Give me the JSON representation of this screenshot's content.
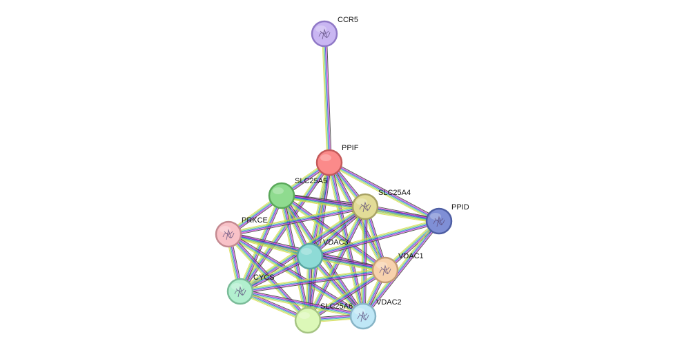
{
  "network": {
    "nodes": [
      {
        "id": "CCR5",
        "label": "CCR5",
        "fill": "#c9b6f2",
        "stroke": "#8f78c6",
        "structure": "protein-structure-icon"
      },
      {
        "id": "PPIF",
        "label": "PPIF",
        "fill": "#fb8a8a",
        "stroke": "#c45a5a",
        "structure": "none"
      },
      {
        "id": "SLC25A5",
        "label": "SLC25A5",
        "fill": "#8fdb8f",
        "stroke": "#5aa85a",
        "structure": "none"
      },
      {
        "id": "SLC25A4",
        "label": "SLC25A4",
        "fill": "#e2dc97",
        "stroke": "#a8a264",
        "structure": "protein-structure-icon"
      },
      {
        "id": "PPID",
        "label": "PPID",
        "fill": "#7f8fd6",
        "stroke": "#4e5ea3",
        "structure": "protein-structure-icon"
      },
      {
        "id": "PRKCE",
        "label": "PRKCE",
        "fill": "#f8c2c8",
        "stroke": "#c48a91",
        "structure": "protein-structure-icon"
      },
      {
        "id": "VDAC3",
        "label": "VDAC3",
        "fill": "#8edbd6",
        "stroke": "#5aa6a1",
        "structure": "none"
      },
      {
        "id": "VDAC1",
        "label": "VDAC1",
        "fill": "#f7d2ad",
        "stroke": "#c49c74",
        "structure": "protein-structure-icon"
      },
      {
        "id": "CYCS",
        "label": "CYCS",
        "fill": "#b2efcf",
        "stroke": "#7abb98",
        "structure": "protein-structure-icon"
      },
      {
        "id": "SLC25A6",
        "label": "SLC25A6",
        "fill": "#dcf8b8",
        "stroke": "#a5c482",
        "structure": "none"
      },
      {
        "id": "VDAC2",
        "label": "VDAC2",
        "fill": "#bfe7f6",
        "stroke": "#87b4c6",
        "structure": "protein-structure-icon"
      }
    ],
    "edges": [
      [
        "CCR5",
        "PPIF"
      ],
      [
        "PPIF",
        "SLC25A5"
      ],
      [
        "PPIF",
        "SLC25A4"
      ],
      [
        "PPIF",
        "PPID"
      ],
      [
        "PPIF",
        "VDAC3"
      ],
      [
        "PPIF",
        "VDAC1"
      ],
      [
        "PPIF",
        "VDAC2"
      ],
      [
        "PPIF",
        "SLC25A6"
      ],
      [
        "PPIF",
        "CYCS"
      ],
      [
        "SLC25A5",
        "SLC25A4"
      ],
      [
        "SLC25A5",
        "PPID"
      ],
      [
        "SLC25A5",
        "PRKCE"
      ],
      [
        "SLC25A5",
        "VDAC3"
      ],
      [
        "SLC25A5",
        "VDAC1"
      ],
      [
        "SLC25A5",
        "VDAC2"
      ],
      [
        "SLC25A5",
        "CYCS"
      ],
      [
        "SLC25A5",
        "SLC25A6"
      ],
      [
        "SLC25A4",
        "PPID"
      ],
      [
        "SLC25A4",
        "PRKCE"
      ],
      [
        "SLC25A4",
        "VDAC3"
      ],
      [
        "SLC25A4",
        "VDAC1"
      ],
      [
        "SLC25A4",
        "VDAC2"
      ],
      [
        "SLC25A4",
        "CYCS"
      ],
      [
        "SLC25A4",
        "SLC25A6"
      ],
      [
        "PPID",
        "VDAC3"
      ],
      [
        "PPID",
        "VDAC1"
      ],
      [
        "PPID",
        "VDAC2"
      ],
      [
        "PRKCE",
        "VDAC3"
      ],
      [
        "PRKCE",
        "VDAC1"
      ],
      [
        "PRKCE",
        "VDAC2"
      ],
      [
        "PRKCE",
        "CYCS"
      ],
      [
        "PRKCE",
        "SLC25A6"
      ],
      [
        "VDAC3",
        "VDAC1"
      ],
      [
        "VDAC3",
        "VDAC2"
      ],
      [
        "VDAC3",
        "CYCS"
      ],
      [
        "VDAC3",
        "SLC25A6"
      ],
      [
        "VDAC1",
        "VDAC2"
      ],
      [
        "VDAC1",
        "CYCS"
      ],
      [
        "VDAC1",
        "SLC25A6"
      ],
      [
        "CYCS",
        "SLC25A6"
      ],
      [
        "CYCS",
        "VDAC2"
      ],
      [
        "SLC25A6",
        "VDAC2"
      ]
    ],
    "edge_colors": [
      "#3a3a3a",
      "#d13ad1",
      "#3b3bd6",
      "#33b3b3",
      "#a6d94a",
      "#d9d94a"
    ]
  }
}
